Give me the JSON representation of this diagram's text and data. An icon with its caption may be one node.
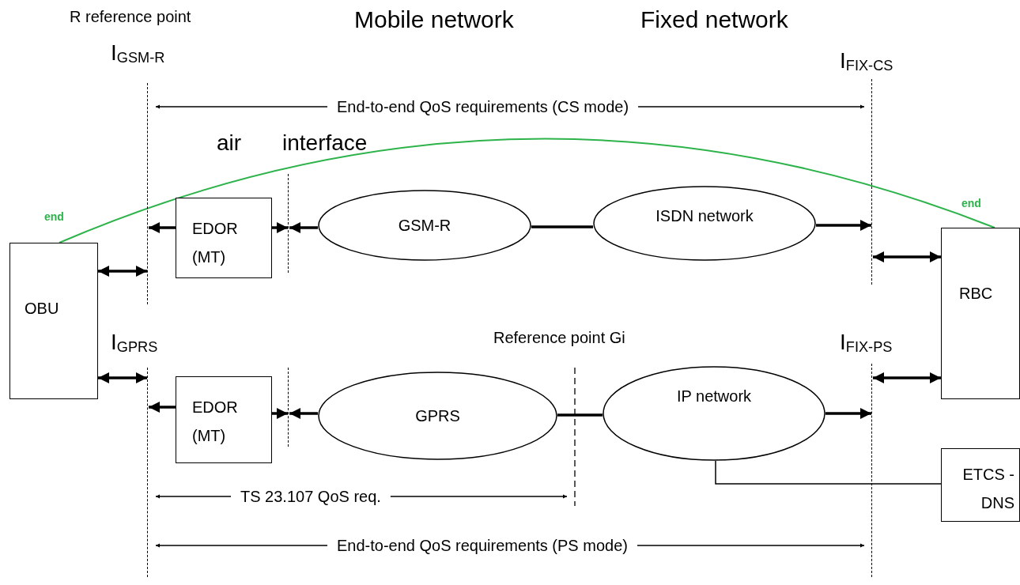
{
  "diagram": {
    "nodes": [
      {
        "text": [
          "OBU"
        ],
        "beside": [
          "end"
        ]
      },
      {
        "text": [
          "EDOR (MT)"
        ]
      },
      {
        "text": [
          "GSM-R"
        ]
      },
      {
        "text": [
          "ISDN network"
        ]
      },
      {
        "text": [
          "RBC"
        ],
        "beside": [
          "end"
        ]
      },
      {
        "text": [
          "EDOR (MT)"
        ]
      },
      {
        "text": [
          "GPRS"
        ]
      },
      {
        "text": [
          "IP network"
        ]
      },
      {
        "text": [
          "ETCS - DNS"
        ]
      },
      {
        "text": [],
        "shape": "line"
      },
      {
        "text": [],
        "shape": "line"
      },
      {
        "text": [],
        "shape": "line"
      },
      {
        "text": [],
        "shape": "line"
      },
      {
        "text": [],
        "shape": "line"
      },
      {
        "text": [],
        "shape": "line"
      }
    ],
    "edges": [
      {
        "from": 0,
        "to": 9,
        "arrow": "both"
      },
      {
        "from": 1,
        "to": 9,
        "arrow": "to"
      },
      {
        "from": 1,
        "to": 10,
        "arrow": "to"
      },
      {
        "from": 2,
        "to": 10,
        "arrow": "to"
      },
      {
        "from": 2,
        "to": 3,
        "arrow": "none"
      },
      {
        "from": 3,
        "to": 11,
        "arrow": "to"
      },
      {
        "from": 11,
        "to": 4,
        "arrow": "both"
      },
      {
        "from": 0,
        "to": 12,
        "arrow": "both"
      },
      {
        "from": 5,
        "to": 12,
        "arrow": "to"
      },
      {
        "from": 5,
        "to": 13,
        "arrow": "to"
      },
      {
        "from": 6,
        "to": 13,
        "arrow": "to"
      },
      {
        "from": 6,
        "to": 7,
        "arrow": "none"
      },
      {
        "from": 7,
        "to": 14,
        "arrow": "to"
      },
      {
        "from": 14,
        "to": 4,
        "arrow": "both"
      },
      {
        "from": 7,
        "to": 8,
        "arrow": "none"
      },
      {
        "from": 0,
        "to": 4,
        "arrow": "none",
        "color": "#2db34a"
      }
    ],
    "labels": [
      "R reference point",
      "Mobile network",
      "Fixed network",
      "I$_{GSM-R}$",
      "I$_{FIX-CS}$",
      "End-to-end QoS requirements (CS mode)",
      "air",
      "interface",
      "I$_{GPRS}$",
      "Reference point Gi",
      "I$_{FIX-PS}$",
      "TS 23.107 QoS req.",
      "End-to-end QoS requirements (PS mode)"
    ]
  }
}
